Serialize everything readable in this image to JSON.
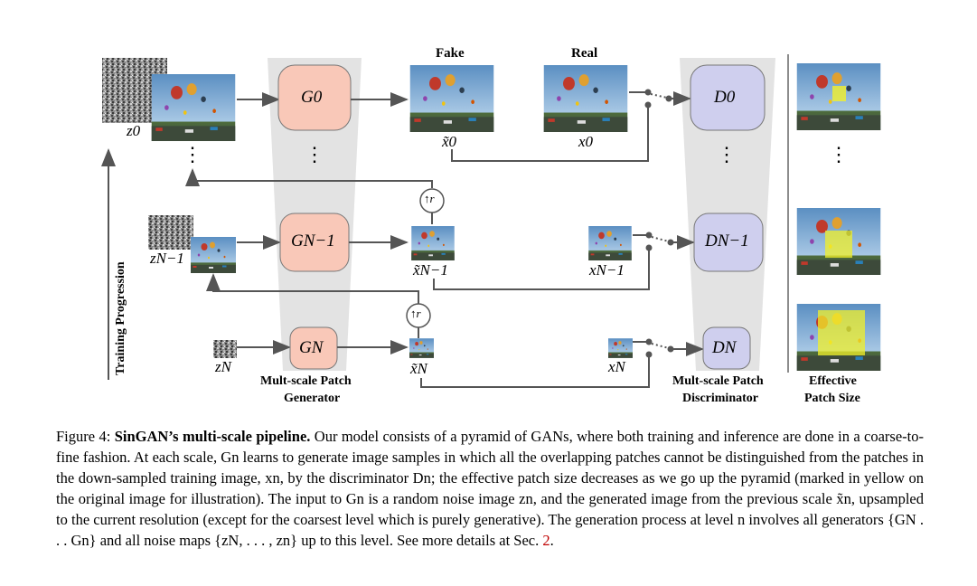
{
  "figure": {
    "generator_labels": [
      "G0",
      "GN−1",
      "GN"
    ],
    "discriminator_labels": [
      "D0",
      "DN−1",
      "DN"
    ],
    "top_labels": {
      "fake": "Fake",
      "real": "Real"
    },
    "noise_labels": [
      "z0",
      "zN−1",
      "zN"
    ],
    "fake_labels": [
      "x̃0",
      "x̃N−1",
      "x̃N"
    ],
    "real_labels": [
      "x0",
      "xN−1",
      "xN"
    ],
    "upsample_label": "↑r",
    "training_progression": "Training Progression",
    "generator_caption": [
      "Mult-scale Patch",
      "Generator"
    ],
    "discriminator_caption": [
      "Mult-scale Patch",
      "Discriminator"
    ],
    "patch_caption": [
      "Effective",
      "Patch Size"
    ],
    "colors": {
      "generator": "#f9c8b8",
      "discriminator": "#cfcfee",
      "pyramid": "#e3e3e3",
      "patch": "#f2f02a",
      "sky": "#6a9cc9"
    }
  },
  "caption": {
    "prefix": "Figure 4: ",
    "title": "SinGAN’s multi-scale pipeline.",
    "body": " Our model consists of a pyramid of GANs, where both training and inference are done in a coarse-to-fine fashion. At each scale, Gn learns to generate image samples in which all the overlapping patches cannot be distinguished from the patches in the down-sampled training image, xn, by the discriminator Dn; the effective patch size decreases as we go up the pyramid (marked in yellow on the original image for illustration). The input to Gn is a random noise image zn, and the generated image from the previous scale x̃n, upsampled to the current resolution (except for the coarsest level which is purely generative). The generation process at level n involves all generators {GN . . . Gn} and all noise maps {zN, . . . , zn} up to this level. See more details at Sec. ",
    "ref": "2",
    "end": "."
  }
}
